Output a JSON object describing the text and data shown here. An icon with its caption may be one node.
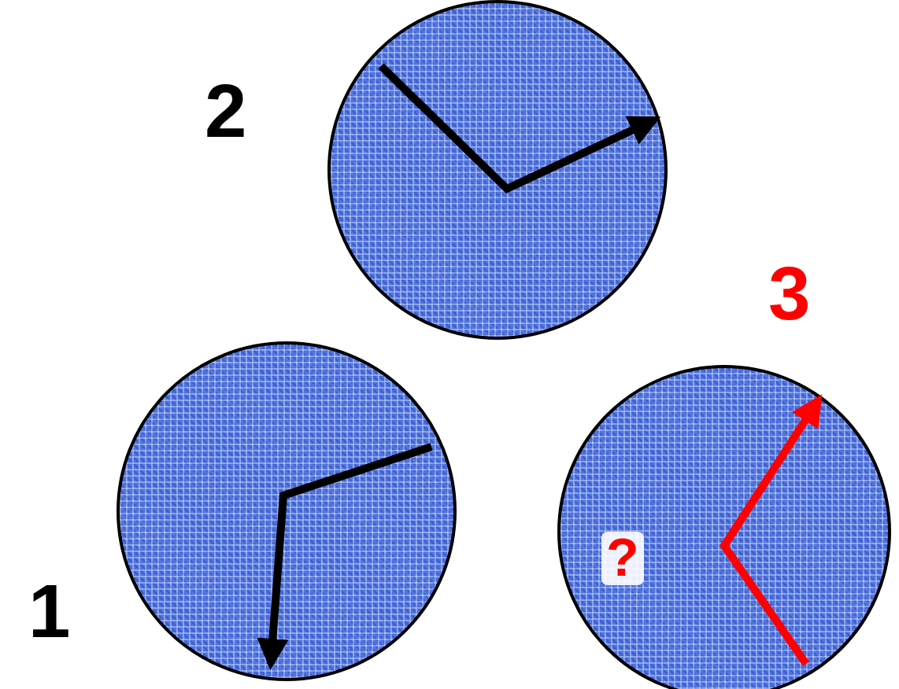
{
  "diagram": {
    "nodes": [
      {
        "text": [],
        "shape": "circle",
        "beside": [
          "1"
        ]
      },
      {
        "text": [],
        "shape": "circle",
        "beside": [
          "2"
        ]
      },
      {
        "text": [
          "?"
        ],
        "beside": [
          "3"
        ]
      }
    ]
  }
}
